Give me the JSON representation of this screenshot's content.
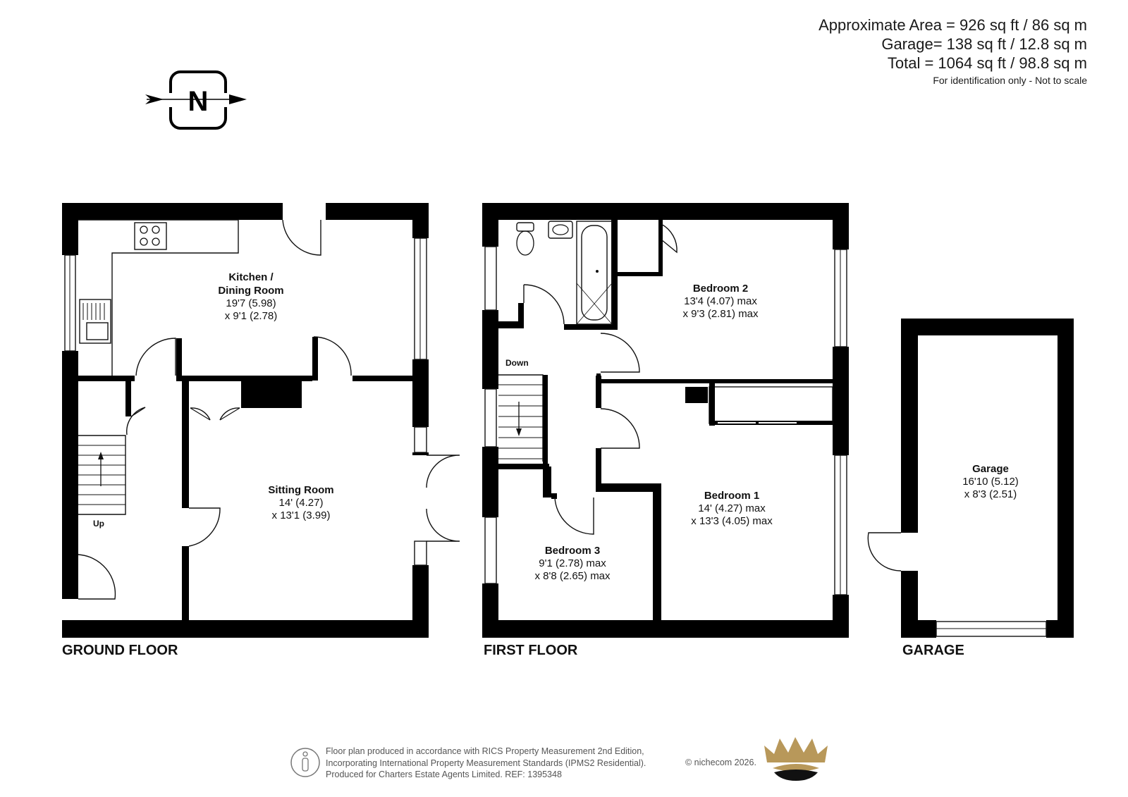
{
  "area": {
    "approx": "Approximate Area = 926 sq ft / 86 sq m",
    "garage": "Garage= 138 sq ft / 12.8 sq m",
    "total": "Total = 1064 sq ft / 98.8 sq m",
    "note": "For identification only - Not to scale"
  },
  "compass": {
    "letter": "N"
  },
  "floors": {
    "ground": "GROUND FLOOR",
    "first": "FIRST FLOOR",
    "garage": "GARAGE"
  },
  "rooms": {
    "kitchen": {
      "name1": "Kitchen /",
      "name2": "Dining Room",
      "dim1": "19'7 (5.98)",
      "dim2": "x 9'1 (2.78)"
    },
    "sitting": {
      "name": "Sitting Room",
      "dim1": "14' (4.27)",
      "dim2": "x 13'1 (3.99)"
    },
    "bedroom1": {
      "name": "Bedroom 1",
      "dim1": "14' (4.27) max",
      "dim2": "x 13'3 (4.05) max"
    },
    "bedroom2": {
      "name": "Bedroom 2",
      "dim1": "13'4 (4.07) max",
      "dim2": "x 9'3 (2.81) max"
    },
    "bedroom3": {
      "name": "Bedroom 3",
      "dim1": "9'1 (2.78) max",
      "dim2": "x 8'8 (2.65) max"
    },
    "garage": {
      "name": "Garage",
      "dim1": "16'10 (5.12)",
      "dim2": "x 8'3 (2.51)"
    }
  },
  "stairs": {
    "up": "Up",
    "down": "Down"
  },
  "footer": {
    "line1": "Floor plan produced in accordance with RICS Property Measurement 2nd Edition,",
    "line2": "Incorporating International Property Measurement Standards (IPMS2 Residential).",
    "line3": "Produced for Charters Estate Agents Limited.   REF: 1395348",
    "copyright": "© nichecom 2026."
  },
  "colors": {
    "wall": "#000000",
    "crown": "#b8985a"
  }
}
